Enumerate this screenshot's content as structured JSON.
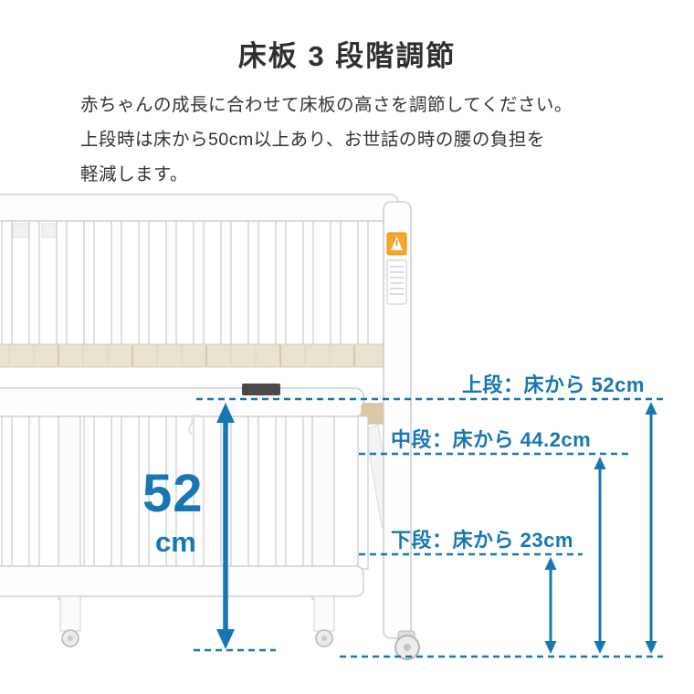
{
  "colors": {
    "accent": "#1777b4",
    "text": "#333333",
    "background": "#ffffff"
  },
  "header": {
    "title": "床板 3 段階調節"
  },
  "description": {
    "lines": [
      "赤ちゃんの成長に合わせて床板の高さを調節してください。",
      "上段時は床から50cm以上あり、お世話の時の腰の負担を",
      "軽減します。"
    ]
  },
  "levels": [
    {
      "name": "上段",
      "label": "上段：床から 52cm",
      "height_cm": 52
    },
    {
      "name": "中段",
      "label": "中段：床から 44.2cm",
      "height_cm": 44.2
    },
    {
      "name": "下段",
      "label": "下段：床から 23cm",
      "height_cm": 23
    }
  ],
  "highlight": {
    "value": "52",
    "unit": "cm"
  }
}
